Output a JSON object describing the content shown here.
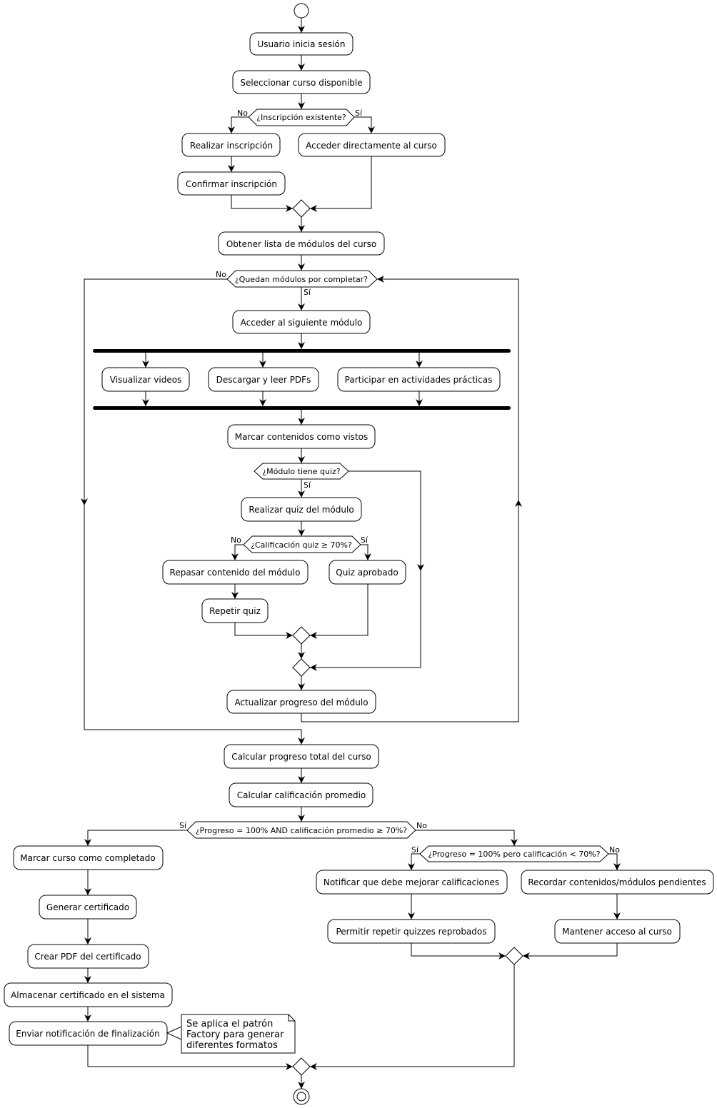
{
  "activities": {
    "login": "Usuario inicia sesión",
    "select_course": "Seleccionar curso disponible",
    "enroll": "Realizar inscripción",
    "confirm_enroll": "Confirmar inscripción",
    "direct_access": "Acceder directamente al curso",
    "get_modules": "Obtener lista de módulos del curso",
    "next_module": "Acceder al siguiente módulo",
    "watch_videos": "Visualizar videos",
    "download_pdfs": "Descargar y leer PDFs",
    "practice": "Participar en actividades prácticas",
    "mark_seen": "Marcar contenidos como vistos",
    "do_quiz": "Realizar quiz del módulo",
    "review": "Repasar contenido del módulo",
    "repeat_quiz": "Repetir quiz",
    "quiz_passed": "Quiz aprobado",
    "update_progress": "Actualizar progreso del módulo",
    "calc_total": "Calcular progreso total del curso",
    "calc_avg": "Calcular calificación promedio",
    "mark_complete": "Marcar curso como completado",
    "gen_cert": "Generar certificado",
    "create_pdf": "Crear PDF del certificado",
    "store_cert": "Almacenar certificado en el sistema",
    "send_notif": "Enviar notificación de finalización",
    "notify_improve": "Notificar que debe mejorar calificaciones",
    "allow_repeat": "Permitir repetir quizzes reprobados",
    "remind_pending": "Recordar contenidos/módulos pendientes",
    "keep_access": "Mantener acceso al curso"
  },
  "conditions": {
    "existing_enroll": "¿Inscripción existente?",
    "modules_left": "¿Quedan módulos por completar?",
    "has_quiz": "¿Módulo tiene quiz?",
    "quiz_grade": "¿Calificación quiz ≥ 70%?",
    "final_check": "¿Progreso = 100% AND calificación promedio ≥ 70%?",
    "partial_check": "¿Progreso = 100% pero calificación < 70%?"
  },
  "labels": {
    "yes": "Sí",
    "no": "No"
  },
  "note": {
    "line1": "Se aplica el patrón",
    "line2": "Factory para generar",
    "line3": "diferentes formatos"
  }
}
